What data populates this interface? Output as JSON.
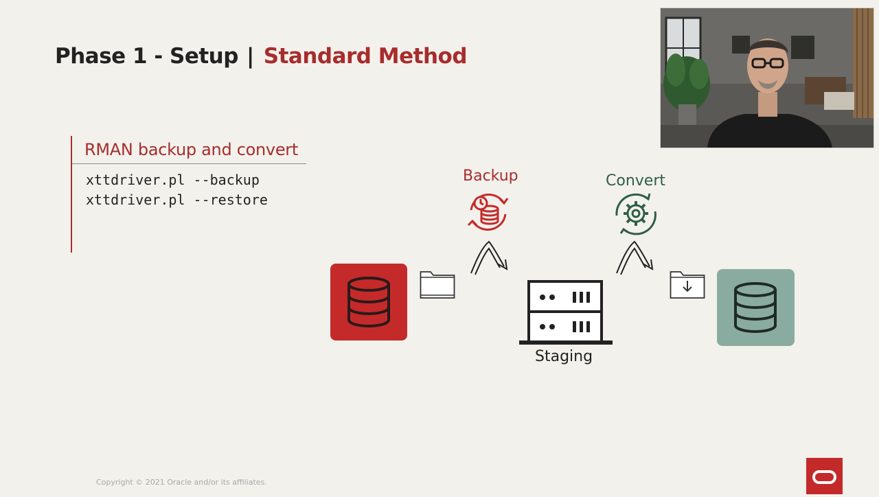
{
  "slide": {
    "title_main": "Phase 1 - Setup",
    "title_sep": "|",
    "title_accent": "Standard Method"
  },
  "rman": {
    "heading": "RMAN backup and convert",
    "commands": [
      "xttdriver.pl --backup",
      "xttdriver.pl --restore"
    ]
  },
  "diagram": {
    "backup_label": "Backup",
    "convert_label": "Convert",
    "staging_label": "Staging",
    "icons": [
      "database-icon",
      "folder-icon",
      "backup-cycle-icon",
      "curved-arrow-icon",
      "server-rack-icon",
      "convert-gear-icon",
      "folder-download-icon"
    ]
  },
  "colors": {
    "accent_red": "#a72d2d",
    "source_db_bg": "#c42a2a",
    "target_db_bg": "#8aaba0",
    "convert_green": "#2f5e46",
    "background": "#f3f1ec"
  },
  "footer": {
    "copyright": "Copyright © 2021 Oracle and/or its affiliates."
  }
}
